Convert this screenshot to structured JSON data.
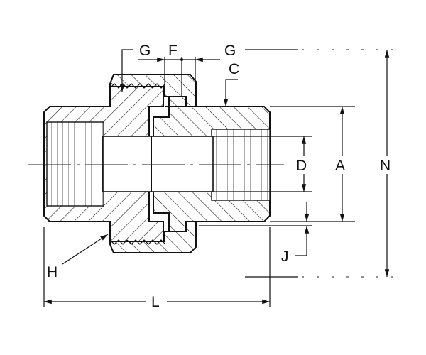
{
  "drawing": {
    "title": "Pipe union cross-section dimension drawing",
    "labels": {
      "G_left": "G",
      "F": "F",
      "G_right": "G",
      "C": "C",
      "D": "D",
      "A": "A",
      "N": "N",
      "H": "H",
      "J": "J",
      "L": "L"
    },
    "colors": {
      "line": "#111111",
      "background": "#ffffff"
    }
  }
}
